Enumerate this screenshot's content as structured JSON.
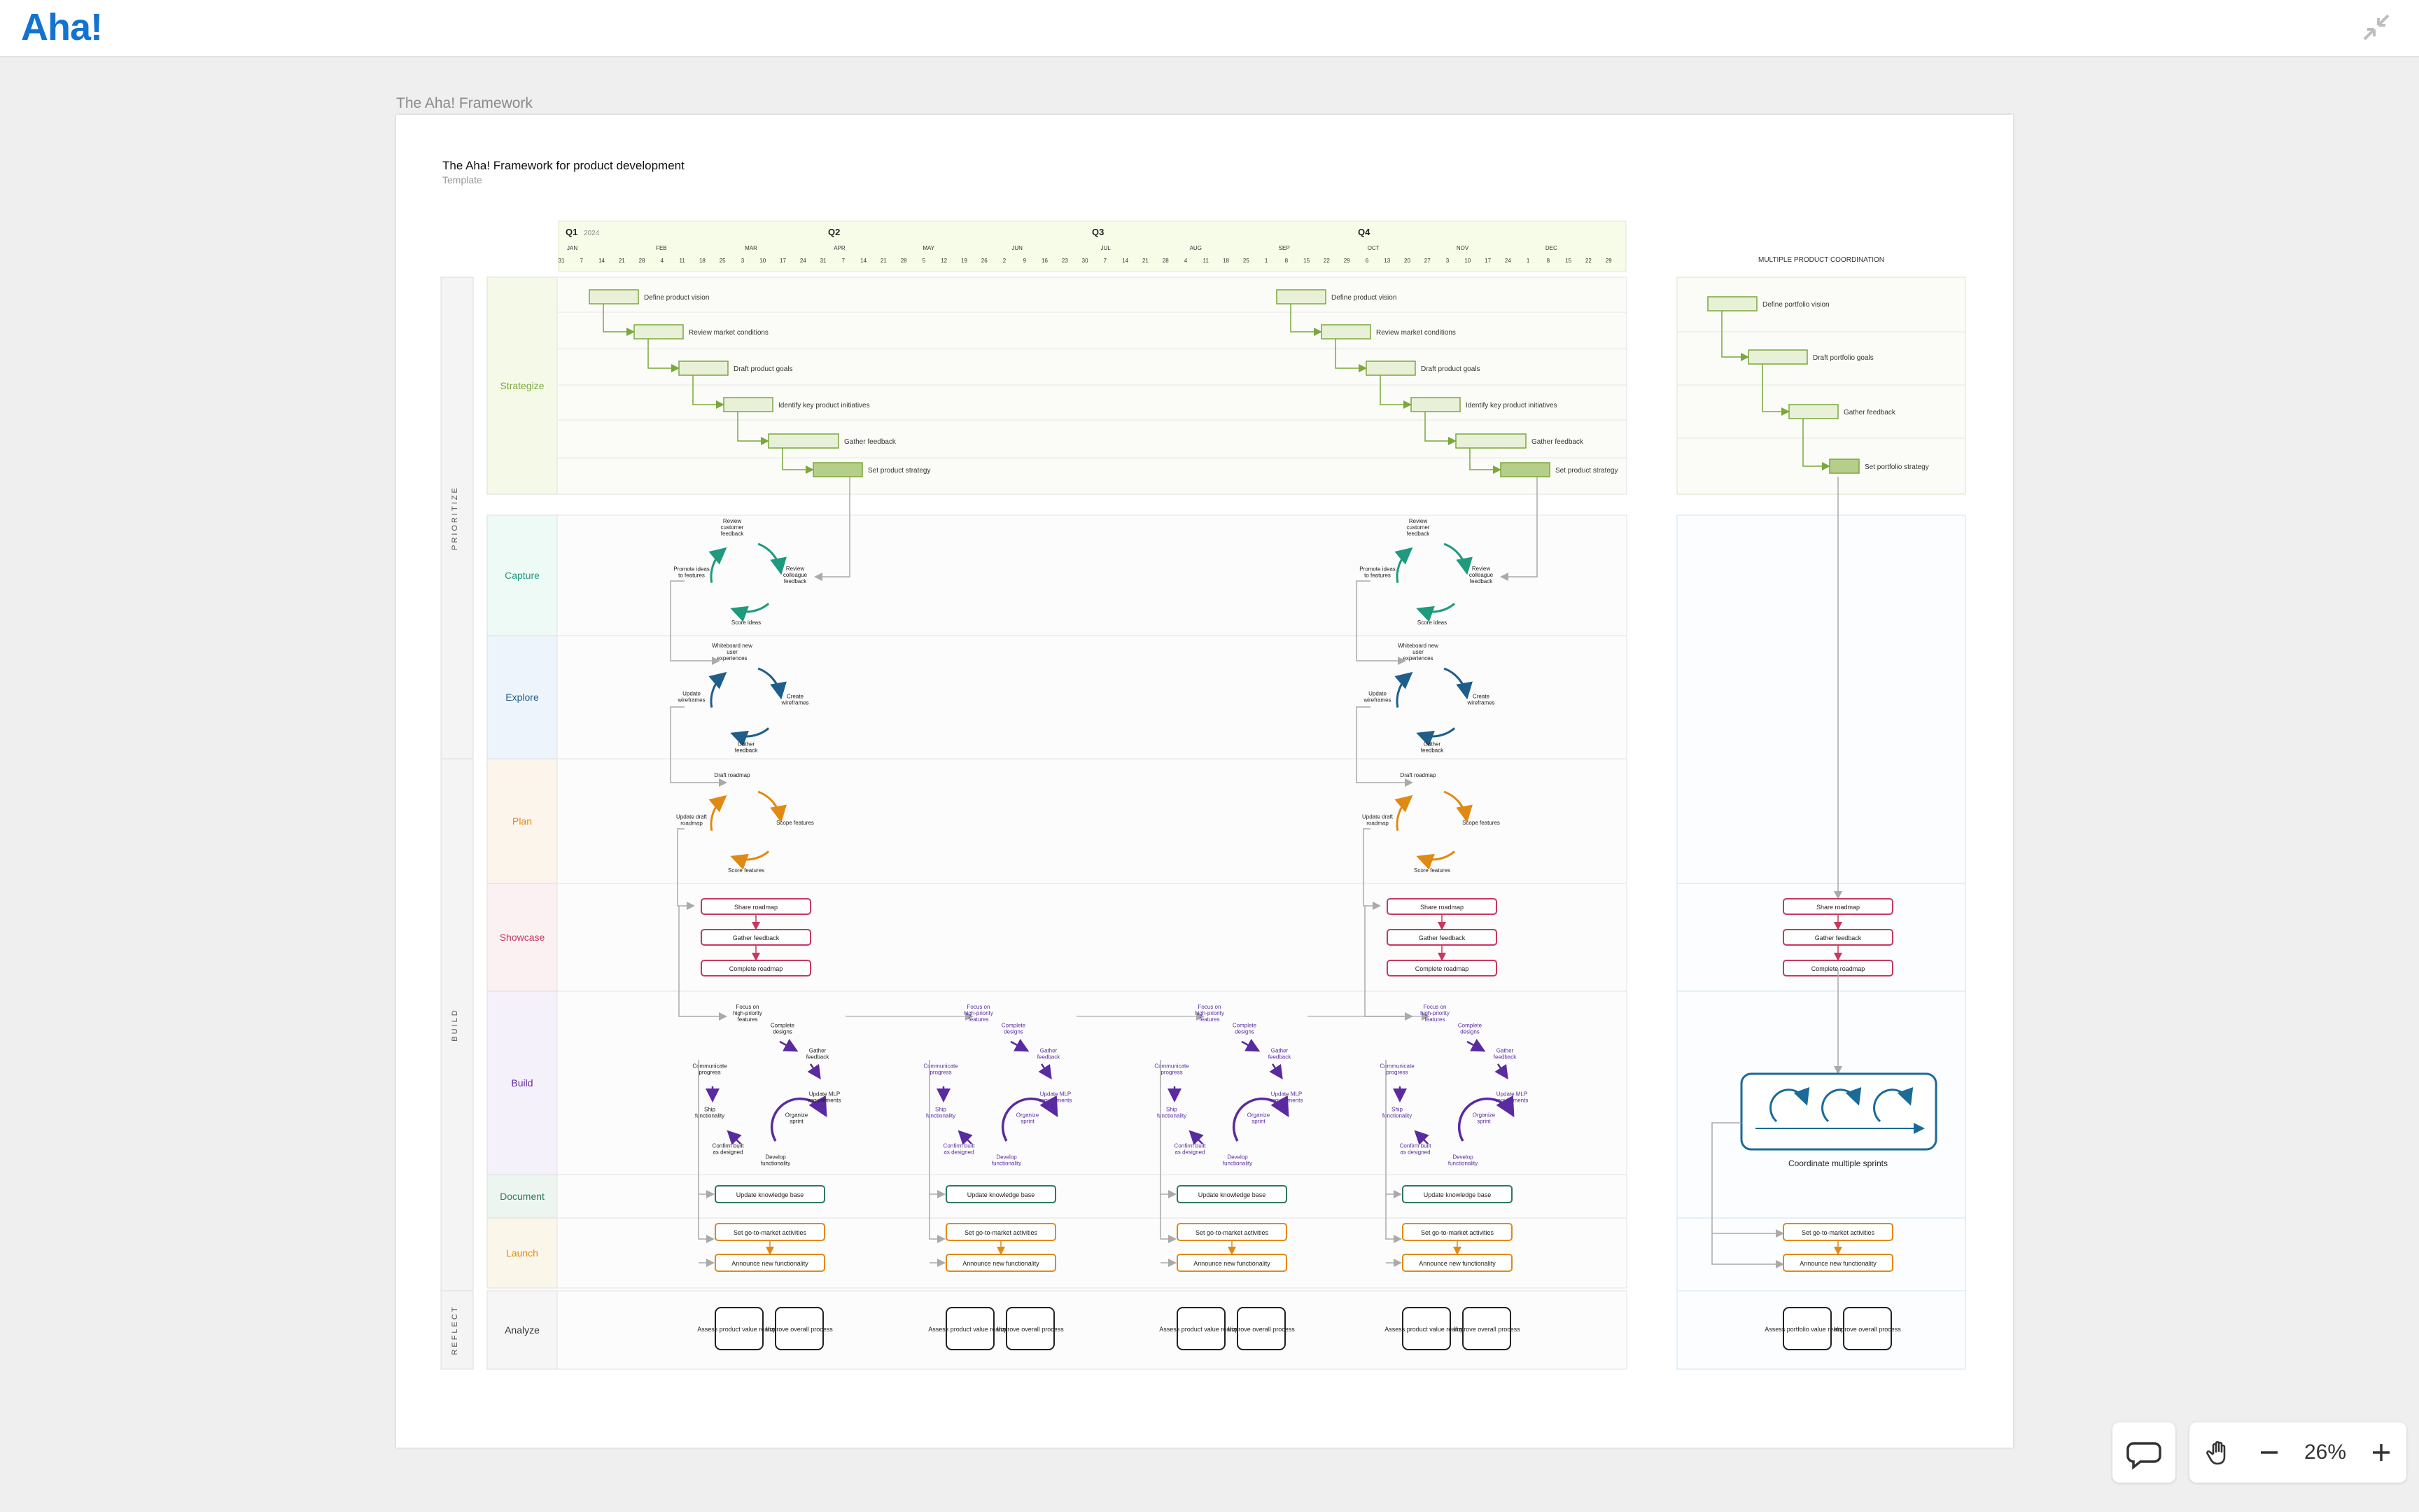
{
  "app": {
    "logo": "Aha!"
  },
  "document": {
    "title": "The Aha! Framework"
  },
  "board": {
    "title": "The Aha! Framework for product development",
    "subtitle": "Template",
    "year": "2024",
    "quarters": [
      "Q1",
      "Q2",
      "Q3",
      "Q4"
    ],
    "months": [
      "JAN",
      "FEB",
      "MAR",
      "APR",
      "MAY",
      "JUN",
      "JUL",
      "AUG",
      "SEP",
      "OCT",
      "NOV",
      "DEC"
    ],
    "weeks": [
      "31",
      "7",
      "14",
      "21",
      "28",
      "4",
      "11",
      "18",
      "25",
      "3",
      "10",
      "17",
      "24",
      "31",
      "7",
      "14",
      "21",
      "28",
      "5",
      "12",
      "19",
      "26",
      "2",
      "9",
      "16",
      "23",
      "30",
      "7",
      "14",
      "21",
      "28",
      "4",
      "11",
      "18",
      "25",
      "1",
      "8",
      "15",
      "22",
      "29",
      "6",
      "13",
      "20",
      "27",
      "3",
      "10",
      "17",
      "24",
      "1",
      "8",
      "15",
      "22",
      "29"
    ],
    "phases": [
      "PRIORITIZE",
      "BUILD",
      "REFLECT"
    ],
    "rows": [
      "Strategize",
      "Capture",
      "Explore",
      "Plan",
      "Showcase",
      "Build",
      "Document",
      "Launch",
      "Analyze"
    ],
    "strategize_steps": [
      "Define product vision",
      "Review market conditions",
      "Draft product goals",
      "Identify key product initiatives",
      "Gather feedback",
      "Set product strategy"
    ],
    "capture_steps": [
      "Review customer feedback",
      "Review colleague feedback",
      "Score ideas",
      "Promote ideas to features"
    ],
    "explore_steps": [
      "Whiteboard new user experiences",
      "Create wireframes",
      "Gather feedback",
      "Update wireframes"
    ],
    "plan_steps": [
      "Draft roadmap",
      "Scope features",
      "Score features",
      "Update draft roadmap"
    ],
    "showcase_steps": [
      "Share roadmap",
      "Gather feedback",
      "Complete roadmap"
    ],
    "build_steps": [
      "Focus on high-priority features",
      "Complete designs",
      "Gather feedback",
      "Update MLP requirements",
      "Organize sprint",
      "Develop functionality",
      "Confirm built as designed",
      "Ship functionality",
      "Communicate progress"
    ],
    "document_step": "Update knowledge base",
    "launch_steps": [
      "Set go-to-market activities",
      "Announce new functionality"
    ],
    "analyze_steps": [
      "Assess product value realized",
      "Improve overall process"
    ],
    "multi": {
      "title": "MULTIPLE PRODUCT COORDINATION",
      "strategize_steps": [
        "Define portfolio vision",
        "Draft portfolio goals",
        "Gather feedback",
        "Set portfolio strategy"
      ],
      "coordinate": "Coordinate multiple sprints",
      "analyze_steps": [
        "Assess portfolio value realized",
        "Improve overall process"
      ]
    }
  },
  "controls": {
    "zoom": "26%"
  },
  "colors": {
    "brand": "#1573d0",
    "strategize": "#7aa83c",
    "capture": "#1f9a7e",
    "explore": "#1f5e8a",
    "plan": "#e08a14",
    "showcase": "#c8385f",
    "build": "#5a2aa0",
    "document": "#2d7a5a",
    "launch": "#e08a14",
    "multi_sprint": "#1a6a9a"
  }
}
